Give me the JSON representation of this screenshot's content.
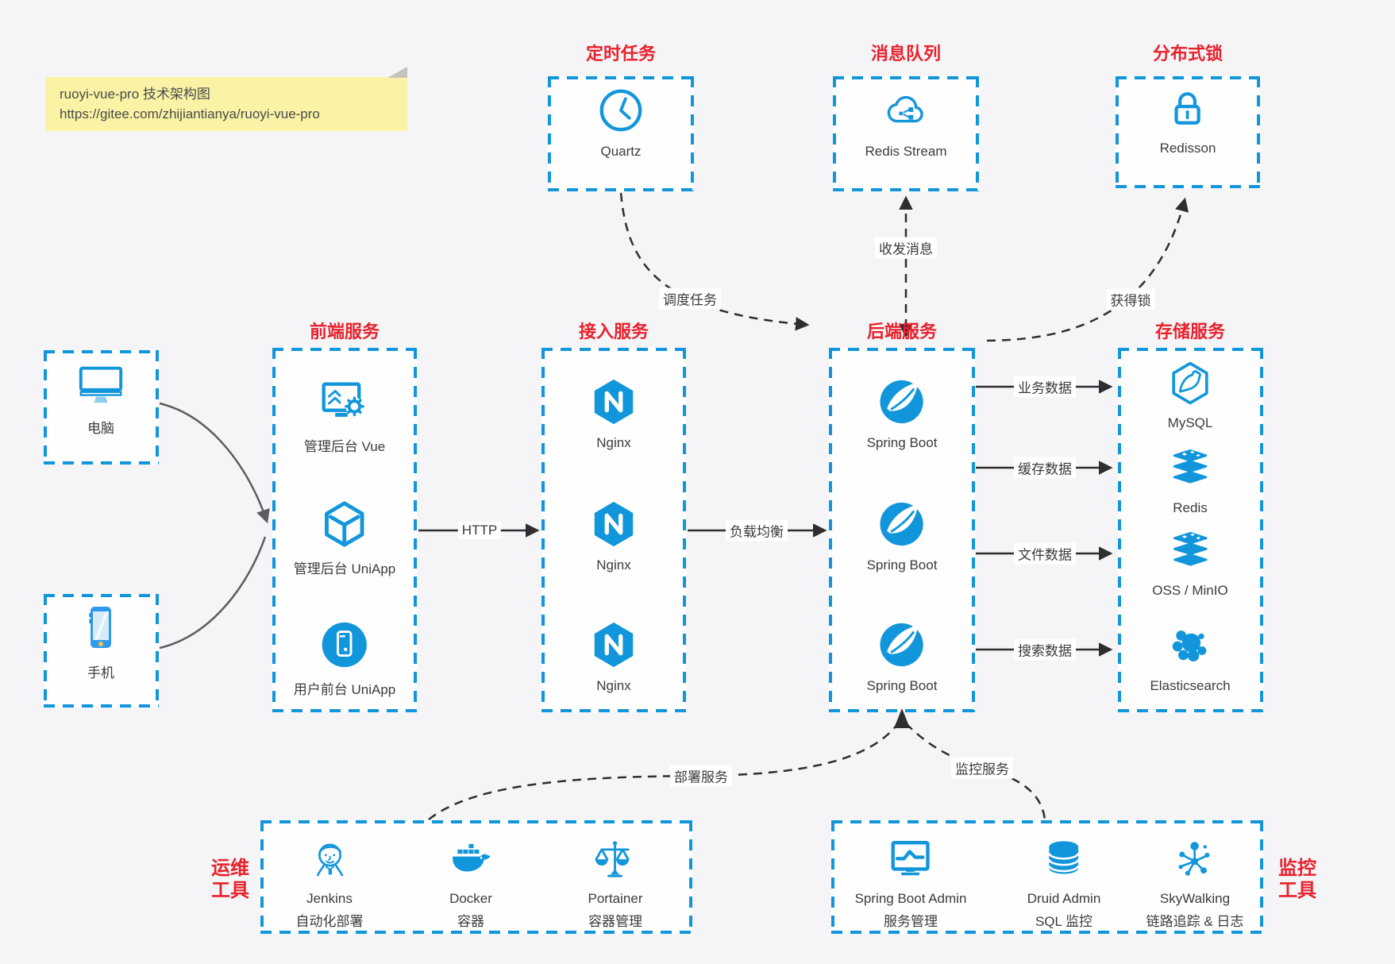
{
  "note": {
    "line1": "ruoyi-vue-pro 技术架构图",
    "line2": "https://gitee.com/zhijiantianya/ruoyi-vue-pro"
  },
  "top": {
    "scheduler": {
      "title": "定时任务",
      "label": "Quartz",
      "icon": "clock-icon"
    },
    "mq": {
      "title": "消息队列",
      "label": "Redis Stream",
      "icon": "cloud-stream-icon"
    },
    "lock": {
      "title": "分布式锁",
      "label": "Redisson",
      "icon": "lock-icon"
    }
  },
  "clients": {
    "pc": {
      "label": "电脑",
      "icon": "desktop-icon"
    },
    "mobile": {
      "label": "手机",
      "icon": "smartphone-icon"
    }
  },
  "frontend": {
    "title": "前端服务",
    "items": [
      {
        "label": "管理后台 Vue",
        "icon": "admin-screen-gear-icon"
      },
      {
        "label": "管理后台 UniApp",
        "icon": "uniapp-cube-icon"
      },
      {
        "label": "用户前台 UniApp",
        "icon": "phone-circle-icon"
      }
    ]
  },
  "gateway": {
    "title": "接入服务",
    "items": [
      {
        "label": "Nginx",
        "icon": "nginx-hexagon-icon"
      },
      {
        "label": "Nginx",
        "icon": "nginx-hexagon-icon"
      },
      {
        "label": "Nginx",
        "icon": "nginx-hexagon-icon"
      }
    ]
  },
  "backend": {
    "title": "后端服务",
    "items": [
      {
        "label": "Spring Boot",
        "icon": "spring-leaf-icon"
      },
      {
        "label": "Spring Boot",
        "icon": "spring-leaf-icon"
      },
      {
        "label": "Spring Boot",
        "icon": "spring-leaf-icon"
      }
    ]
  },
  "storage": {
    "title": "存储服务",
    "items": [
      {
        "label": "MySQL",
        "icon": "mysql-dolphin-icon"
      },
      {
        "label": "Redis",
        "icon": "redis-stack-icon"
      },
      {
        "label": "OSS / MinIO",
        "icon": "redis-stack-icon"
      },
      {
        "label": "Elasticsearch",
        "icon": "elasticsearch-cluster-icon"
      }
    ]
  },
  "ops": {
    "title_line1": "运维",
    "title_line2": "工具",
    "items": [
      {
        "name": "Jenkins",
        "desc": "自动化部署",
        "icon": "jenkins-butler-icon"
      },
      {
        "name": "Docker",
        "desc": "容器",
        "icon": "docker-whale-icon"
      },
      {
        "name": "Portainer",
        "desc": "容器管理",
        "icon": "scales-icon"
      }
    ]
  },
  "monitor": {
    "title_line1": "监控",
    "title_line2": "工具",
    "items": [
      {
        "name": "Spring Boot Admin",
        "desc": "服务管理",
        "icon": "monitor-chart-icon"
      },
      {
        "name": "Druid Admin",
        "desc": "SQL 监控",
        "icon": "database-icon"
      },
      {
        "name": "SkyWalking",
        "desc": "链路追踪 & 日志",
        "icon": "network-nodes-icon"
      }
    ]
  },
  "edges": {
    "schedule": "调度任务",
    "message": "收发消息",
    "acquire_lock": "获得锁",
    "http": "HTTP",
    "load_balance": "负载均衡",
    "business_data": "业务数据",
    "cache_data": "缓存数据",
    "file_data": "文件数据",
    "search_data": "搜索数据",
    "deploy": "部署服务",
    "monitoring": "监控服务"
  },
  "colors": {
    "accent_blue": "#1296db",
    "title_red": "#e8222d",
    "note_bg": "#faf3a5",
    "arrow_dark": "#2e2e2e"
  }
}
